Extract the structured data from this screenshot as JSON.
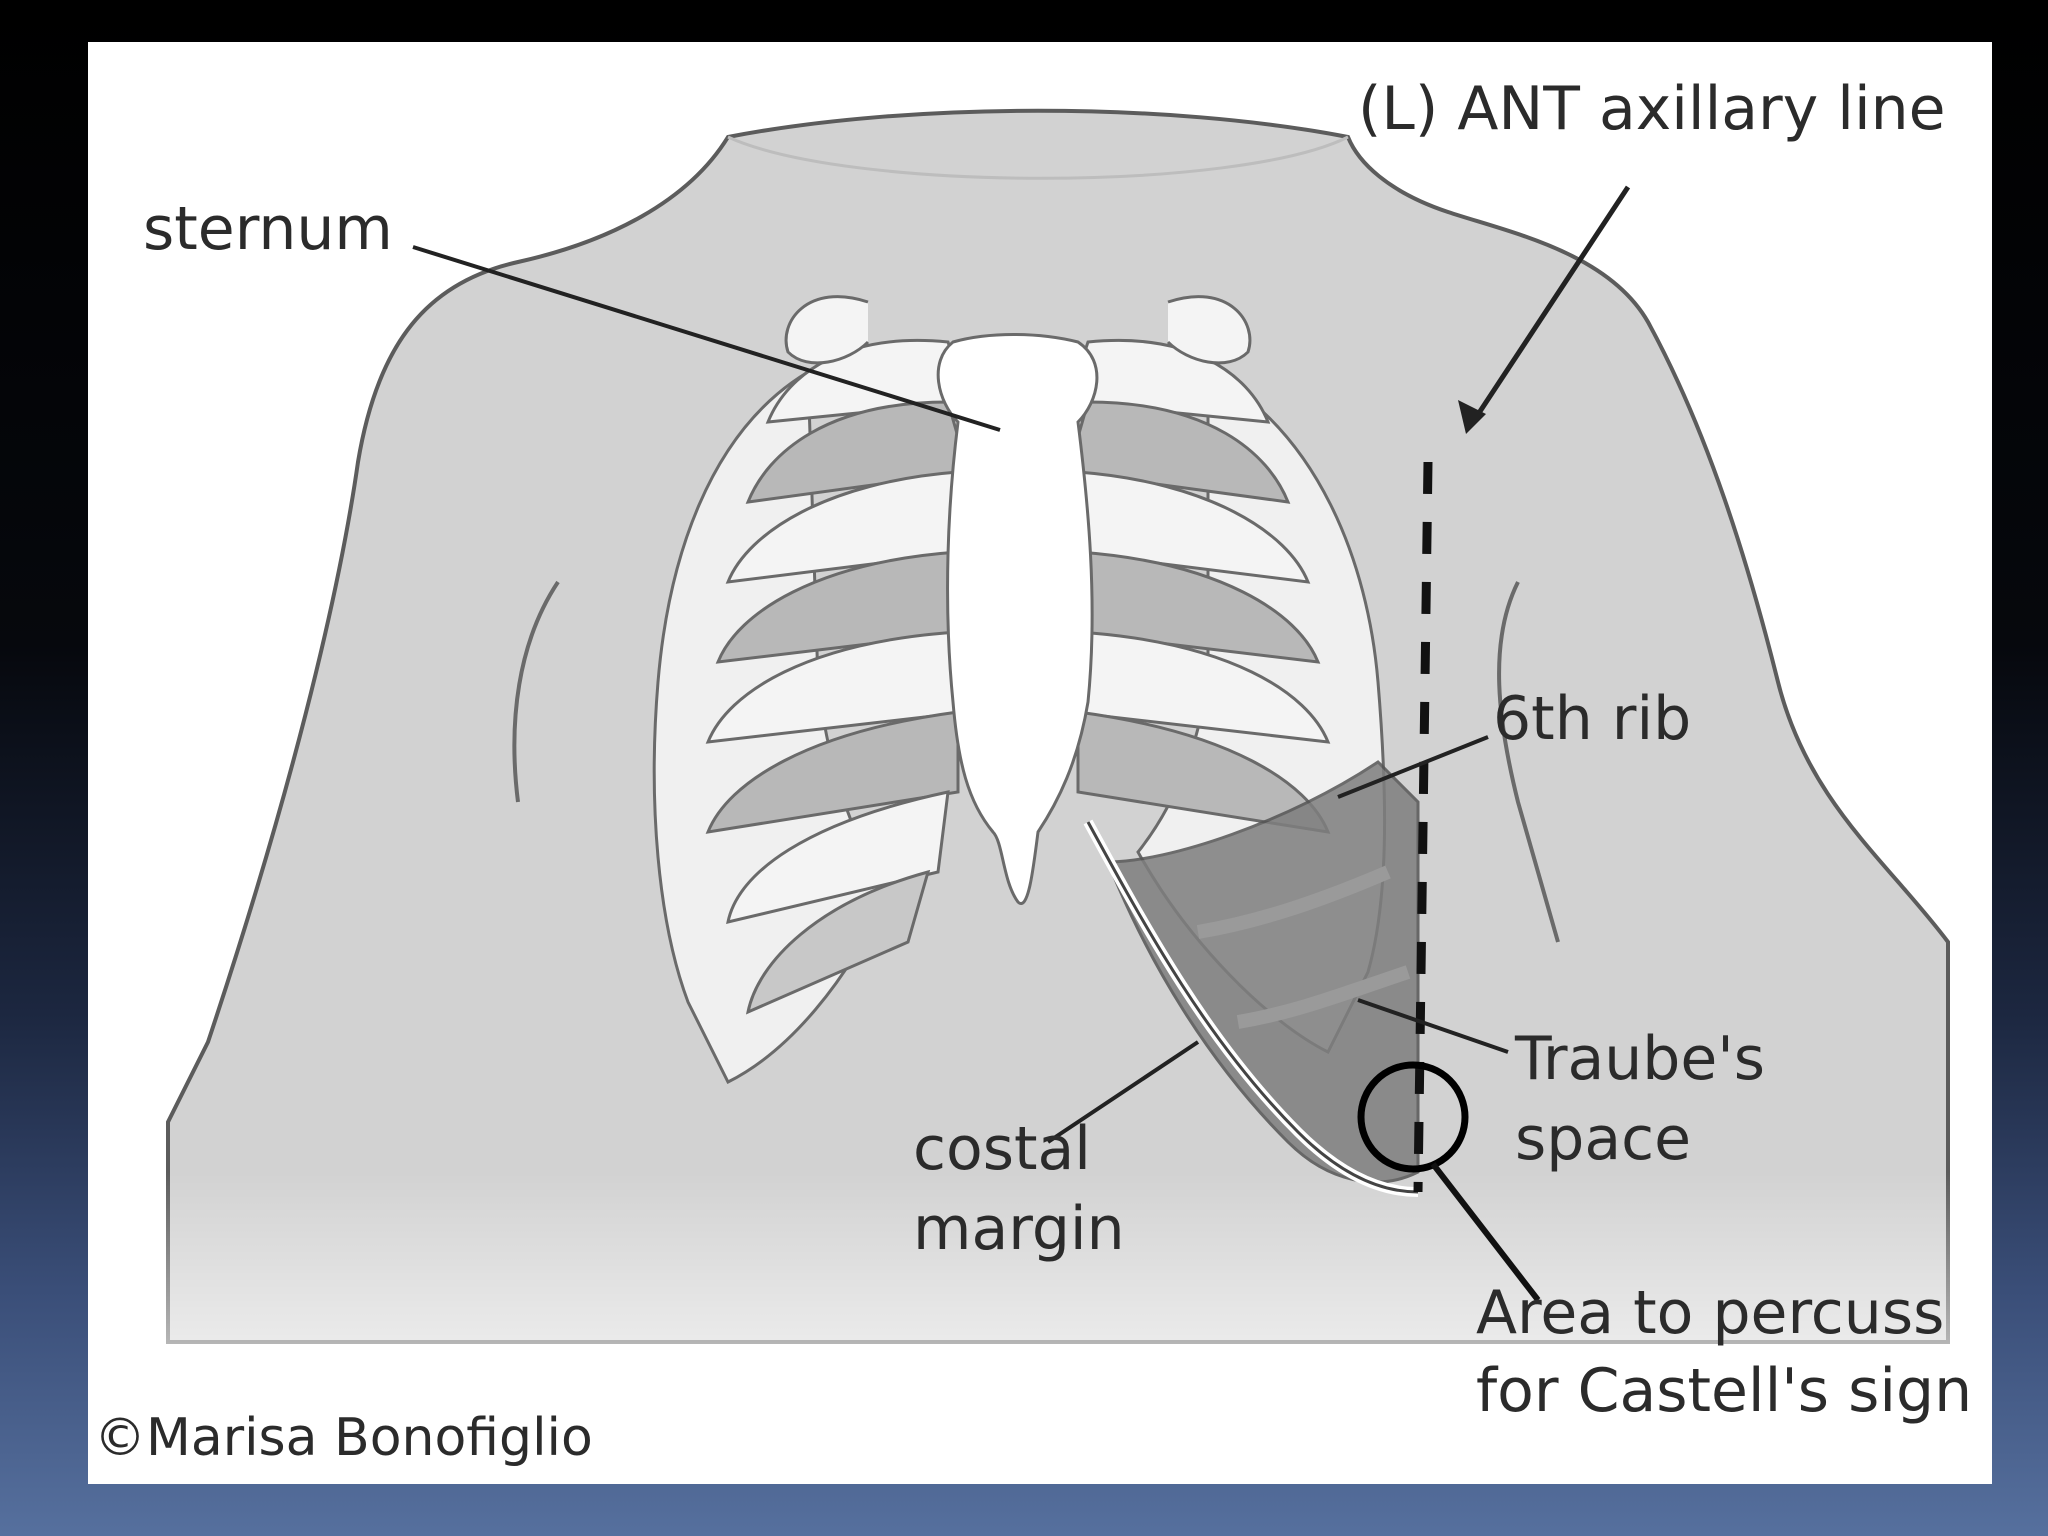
{
  "diagram": {
    "labels": {
      "sternum": "sternum",
      "axillary_line": "(L) ANT axillary line",
      "sixth_rib": "6th rib",
      "traube_line1": "Traube's",
      "traube_line2": "space",
      "costal_line1": "costal",
      "costal_line2": "margin",
      "percuss_line1": "Area to percuss",
      "percuss_line2": "for Castell's sign",
      "credit": "©Marisa Bonofiglio"
    },
    "colors": {
      "slide_background_top": "#000000",
      "slide_background_bottom": "#56709e",
      "figure_background": "#ffffff",
      "body_fill": "#d2d2d2",
      "rib_fill": "#f4f4f4",
      "intercostal_fill": "#b8b8b8",
      "traube_space_fill": "#7e7e7e",
      "outline": "#555555",
      "text": "#2b2b2b"
    }
  }
}
